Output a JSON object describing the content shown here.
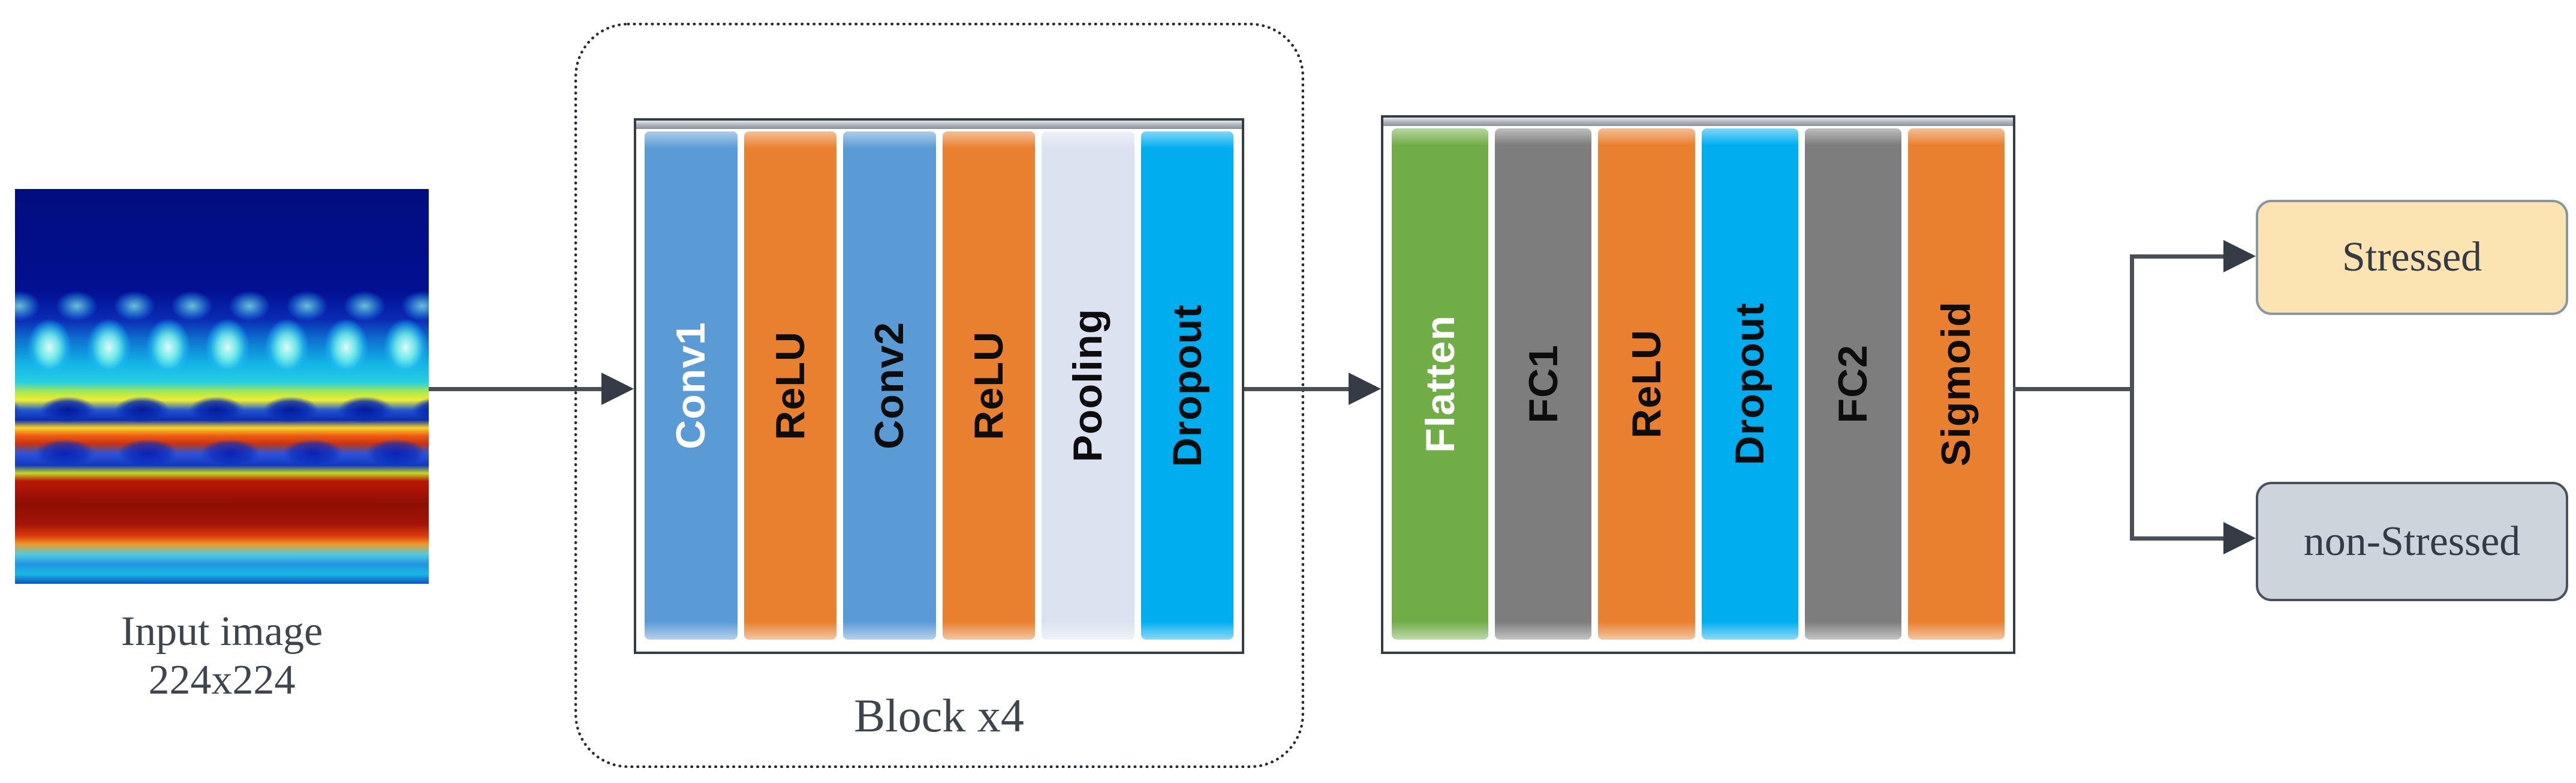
{
  "input": {
    "caption_line1": "Input image",
    "caption_line2": "224x224"
  },
  "conv_block": {
    "caption": "Block x4",
    "layers": [
      {
        "label": "Conv1",
        "color": "#5b9bd5",
        "text_color": "#ffffff"
      },
      {
        "label": "ReLU",
        "color": "#e8802f",
        "text_color": "#0d0d0d"
      },
      {
        "label": "Conv2",
        "color": "#5b9bd5",
        "text_color": "#0d0d0d"
      },
      {
        "label": "ReLU",
        "color": "#e8802f",
        "text_color": "#0d0d0d"
      },
      {
        "label": "Pooling",
        "color": "#dce3f0",
        "text_color": "#0d0d0d"
      },
      {
        "label": "Dropout",
        "color": "#00aeef",
        "text_color": "#0d0d0d"
      }
    ]
  },
  "fc_block": {
    "layers": [
      {
        "label": "Flatten",
        "color": "#70ad47",
        "text_color": "#ffffff"
      },
      {
        "label": "FC1",
        "color": "#7d7d7d",
        "text_color": "#0d0d0d"
      },
      {
        "label": "ReLU",
        "color": "#e8802f",
        "text_color": "#0d0d0d"
      },
      {
        "label": "Dropout",
        "color": "#00aeef",
        "text_color": "#0d0d0d"
      },
      {
        "label": "FC2",
        "color": "#7d7d7d",
        "text_color": "#0d0d0d"
      },
      {
        "label": "Sigmoid",
        "color": "#e8802f",
        "text_color": "#0d0d0d"
      }
    ]
  },
  "outputs": [
    {
      "label": "Stressed",
      "fill": "#fbe3b2",
      "border": "#8a95a3"
    },
    {
      "label": "non-Stressed",
      "fill": "#cdd4dc",
      "border": "#49515d"
    }
  ],
  "connectors": {
    "line_color": "#4a5058",
    "arrow_color": "#363c46"
  }
}
